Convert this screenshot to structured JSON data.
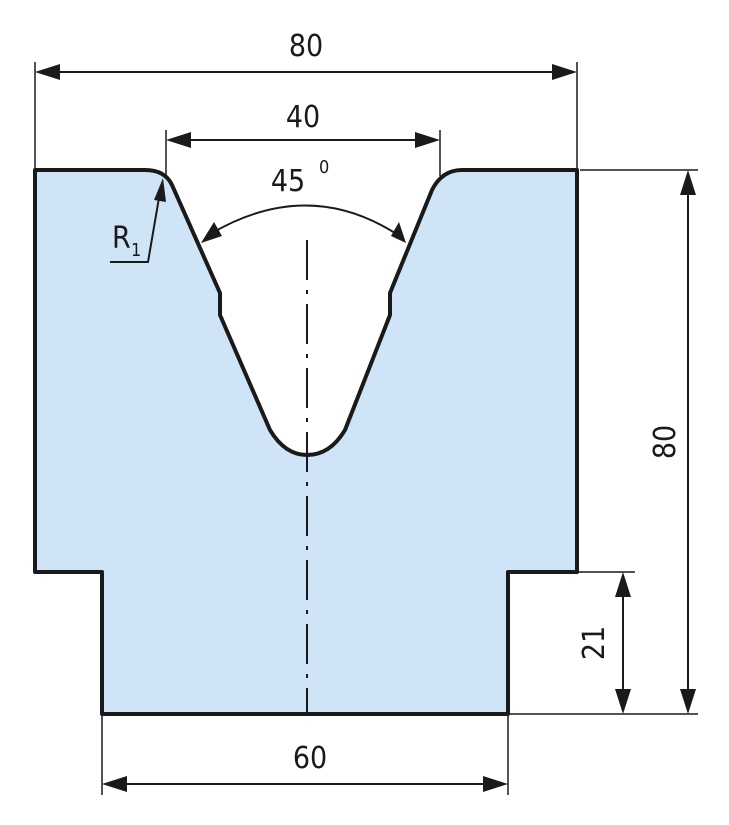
{
  "dimensions": {
    "top_width": "80",
    "v_opening": "40",
    "angle_value": "45",
    "angle_unit": "0",
    "radius_letter": "R",
    "radius_index": "1",
    "height": "80",
    "step_height": "21",
    "bottom_width": "60"
  },
  "colors": {
    "fill": "#cfe4f6",
    "stroke": "#1a1a1a"
  }
}
